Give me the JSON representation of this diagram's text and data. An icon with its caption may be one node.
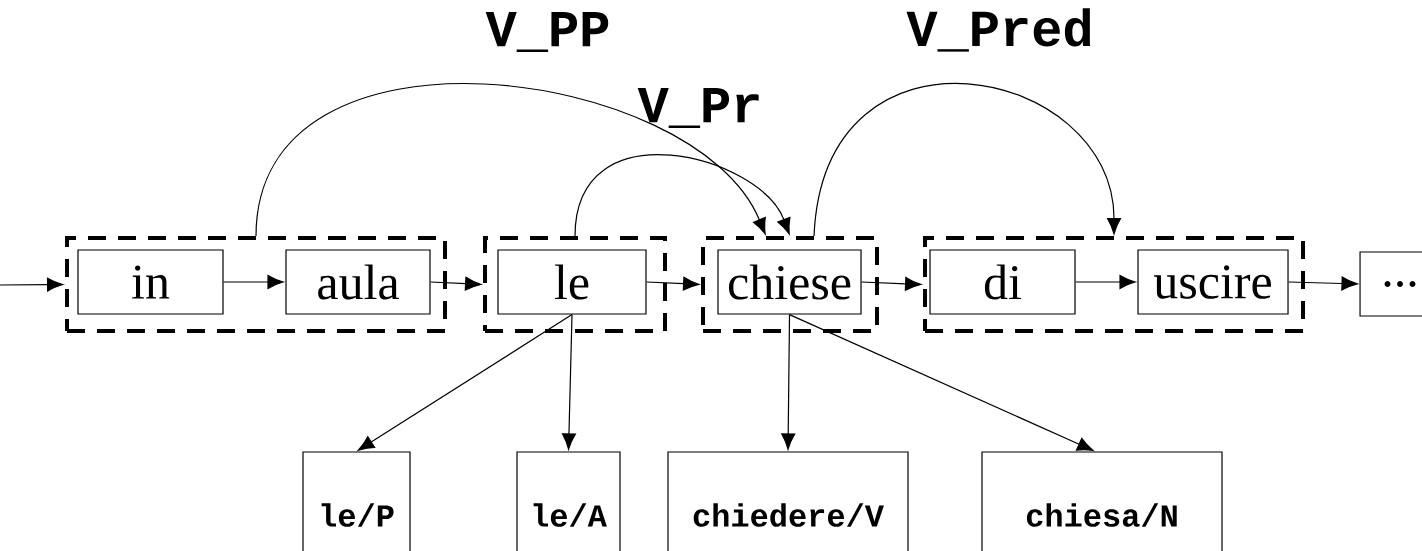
{
  "diagram": {
    "nodes": [
      {
        "text": [],
        "shape": "box"
      },
      {
        "text": [
          "in"
        ],
        "in": 0
      },
      {
        "text": [
          "aula"
        ],
        "in": 0
      },
      {
        "text": [],
        "shape": "box"
      },
      {
        "text": [
          "le"
        ],
        "in": 3
      },
      {
        "text": [],
        "shape": "box"
      },
      {
        "text": [
          "chiese"
        ],
        "in": 5
      },
      {
        "text": [],
        "shape": "box"
      },
      {
        "text": [
          "di"
        ],
        "in": 7
      },
      {
        "text": [
          "uscire"
        ],
        "in": 7
      },
      {
        "text": [
          "..."
        ]
      },
      {
        "text": [
          "le/P"
        ]
      },
      {
        "text": [
          "le/A"
        ]
      },
      {
        "text": [
          "chiedere/V"
        ]
      },
      {
        "text": [
          "chiesa/N"
        ]
      }
    ],
    "edges": [
      {
        "from": null,
        "to": 0,
        "arrow": "to"
      },
      {
        "from": 1,
        "to": 2,
        "arrow": "to"
      },
      {
        "from": 2,
        "to": 3,
        "arrow": "to"
      },
      {
        "from": 4,
        "to": 5,
        "arrow": "to"
      },
      {
        "from": 6,
        "to": 7,
        "arrow": "to"
      },
      {
        "from": 8,
        "to": 9,
        "arrow": "to"
      },
      {
        "from": 9,
        "to": 10,
        "arrow": "to"
      },
      {
        "from": 0,
        "to": 5,
        "arrow": "to",
        "label": "V_PP"
      },
      {
        "from": 3,
        "to": 5,
        "arrow": "to",
        "label": "V_Pr"
      },
      {
        "from": 5,
        "to": 7,
        "arrow": "to",
        "label": "V_Pred"
      },
      {
        "from": 4,
        "to": 11,
        "arrow": "to"
      },
      {
        "from": 4,
        "to": 12,
        "arrow": "to"
      },
      {
        "from": 6,
        "to": 13,
        "arrow": "to"
      },
      {
        "from": 6,
        "to": 14,
        "arrow": "to"
      }
    ]
  }
}
